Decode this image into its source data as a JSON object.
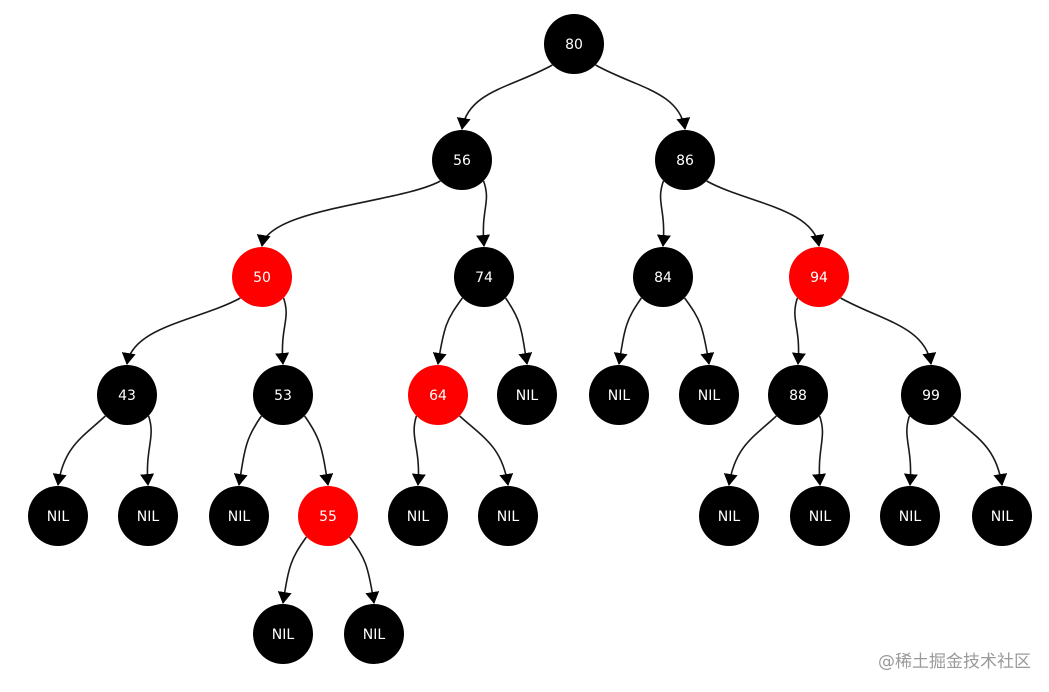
{
  "colors": {
    "black": "#000000",
    "red": "#ff0000",
    "edge": "#1a1a1a",
    "text": "#ffffff"
  },
  "nodes": [
    {
      "id": "n80",
      "label": "80",
      "color": "black"
    },
    {
      "id": "n56",
      "label": "56",
      "color": "black"
    },
    {
      "id": "n86",
      "label": "86",
      "color": "black"
    },
    {
      "id": "n50",
      "label": "50",
      "color": "red"
    },
    {
      "id": "n74",
      "label": "74",
      "color": "black"
    },
    {
      "id": "n84",
      "label": "84",
      "color": "black"
    },
    {
      "id": "n94",
      "label": "94",
      "color": "red"
    },
    {
      "id": "n43",
      "label": "43",
      "color": "black"
    },
    {
      "id": "n53",
      "label": "53",
      "color": "black"
    },
    {
      "id": "n64",
      "label": "64",
      "color": "red"
    },
    {
      "id": "nil74r",
      "label": "NIL",
      "color": "black"
    },
    {
      "id": "nil84l",
      "label": "NIL",
      "color": "black"
    },
    {
      "id": "nil84r",
      "label": "NIL",
      "color": "black"
    },
    {
      "id": "n88",
      "label": "88",
      "color": "black"
    },
    {
      "id": "n99",
      "label": "99",
      "color": "black"
    },
    {
      "id": "nil43l",
      "label": "NIL",
      "color": "black"
    },
    {
      "id": "nil43r",
      "label": "NIL",
      "color": "black"
    },
    {
      "id": "nil53l",
      "label": "NIL",
      "color": "black"
    },
    {
      "id": "n55",
      "label": "55",
      "color": "red"
    },
    {
      "id": "nil64l",
      "label": "NIL",
      "color": "black"
    },
    {
      "id": "nil64r",
      "label": "NIL",
      "color": "black"
    },
    {
      "id": "nil88l",
      "label": "NIL",
      "color": "black"
    },
    {
      "id": "nil88r",
      "label": "NIL",
      "color": "black"
    },
    {
      "id": "nil99l",
      "label": "NIL",
      "color": "black"
    },
    {
      "id": "nil99r",
      "label": "NIL",
      "color": "black"
    },
    {
      "id": "nil55l",
      "label": "NIL",
      "color": "black"
    },
    {
      "id": "nil55r",
      "label": "NIL",
      "color": "black"
    }
  ],
  "edges": [
    [
      "n80",
      "n56"
    ],
    [
      "n80",
      "n86"
    ],
    [
      "n56",
      "n50"
    ],
    [
      "n56",
      "n74"
    ],
    [
      "n86",
      "n84"
    ],
    [
      "n86",
      "n94"
    ],
    [
      "n50",
      "n43"
    ],
    [
      "n50",
      "n53"
    ],
    [
      "n74",
      "n64"
    ],
    [
      "n74",
      "nil74r"
    ],
    [
      "n84",
      "nil84l"
    ],
    [
      "n84",
      "nil84r"
    ],
    [
      "n94",
      "n88"
    ],
    [
      "n94",
      "n99"
    ],
    [
      "n43",
      "nil43l"
    ],
    [
      "n43",
      "nil43r"
    ],
    [
      "n53",
      "nil53l"
    ],
    [
      "n53",
      "n55"
    ],
    [
      "n64",
      "nil64l"
    ],
    [
      "n64",
      "nil64r"
    ],
    [
      "n88",
      "nil88l"
    ],
    [
      "n88",
      "nil88r"
    ],
    [
      "n99",
      "nil99l"
    ],
    [
      "n99",
      "nil99r"
    ],
    [
      "n55",
      "nil55l"
    ],
    [
      "n55",
      "nil55r"
    ]
  ],
  "watermark": "@稀土掘金技术社区"
}
